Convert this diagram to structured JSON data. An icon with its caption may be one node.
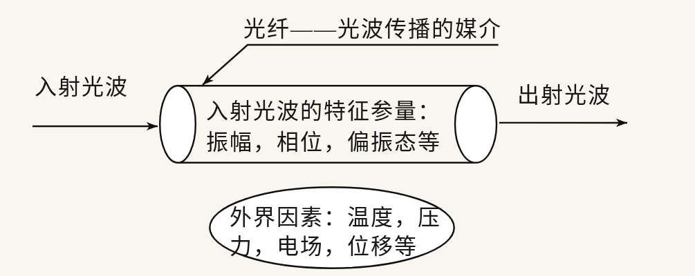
{
  "diagram": {
    "nodes": [
      {
        "text": [
          "光纤——光波传播的媒介"
        ]
      },
      {
        "text": [
          "入射光波的特征参量：振幅，相位，偏振态等"
        ]
      },
      {
        "text": [
          "外界因素：温度，压力，电场，位移等"
        ]
      }
    ],
    "edges": [
      {
        "from": 0,
        "to": 1,
        "arrow": "to"
      },
      {
        "from": null,
        "to": 1,
        "arrow": "to",
        "label": "入射光波"
      },
      {
        "from": 1,
        "to": null,
        "arrow": "to",
        "label": "出射光波"
      }
    ]
  }
}
